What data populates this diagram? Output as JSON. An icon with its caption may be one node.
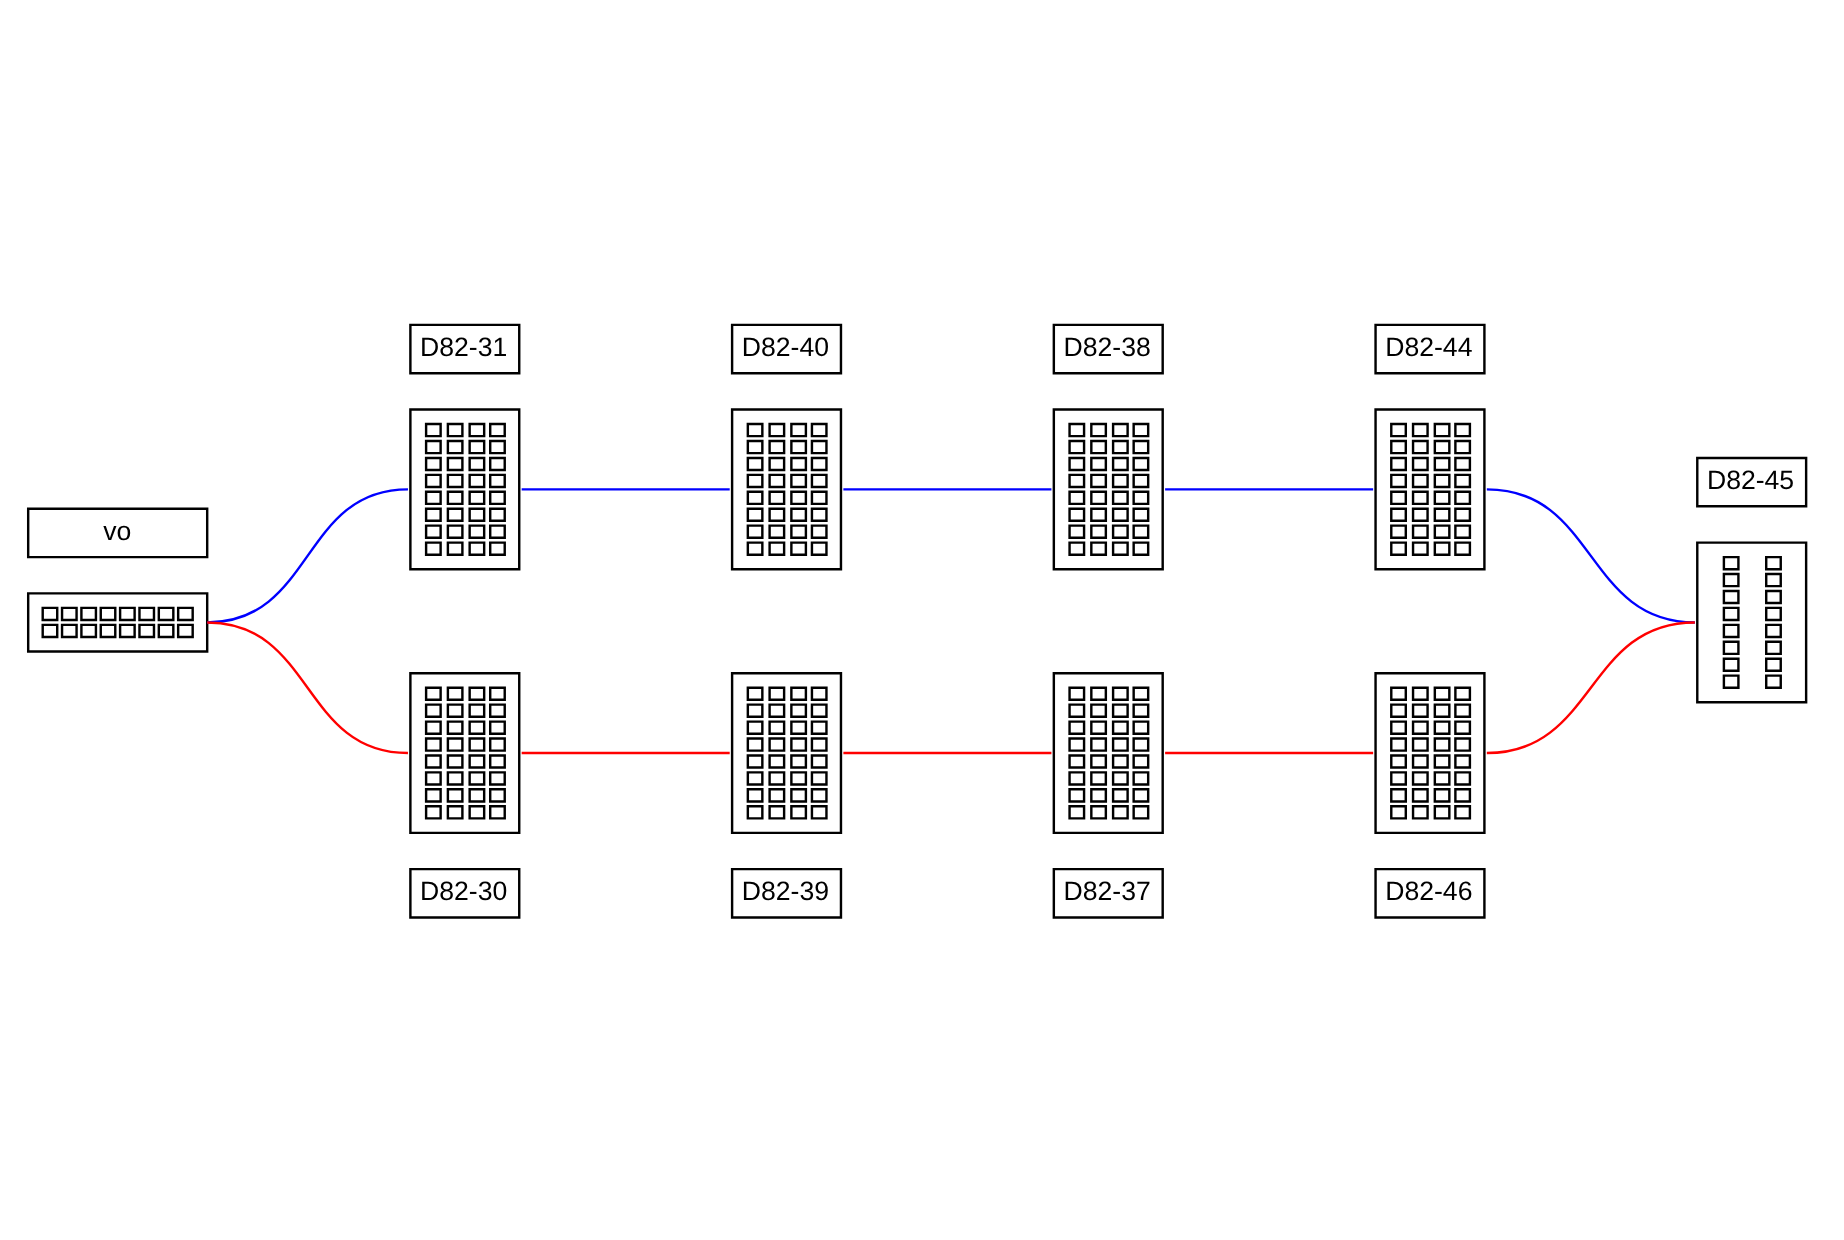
{
  "diagram": {
    "nodes": [
      {
        "text": [
          "vo"
        ]
      },
      {
        "text": [
          "D82-31"
        ]
      },
      {
        "text": [
          "D82-40"
        ]
      },
      {
        "text": [
          "D82-38"
        ]
      },
      {
        "text": [
          "D82-44"
        ]
      },
      {
        "text": [
          "D82-45"
        ]
      },
      {
        "text": [
          "D82-46"
        ]
      },
      {
        "text": [
          "D82-37"
        ]
      },
      {
        "text": [
          "D82-39"
        ]
      },
      {
        "text": [
          "D82-30"
        ]
      }
    ],
    "edges": [
      {
        "from": 0,
        "to": 1,
        "arrow": "none",
        "color": "#0000ff"
      },
      {
        "from": 1,
        "to": 2,
        "arrow": "none",
        "color": "#0000ff"
      },
      {
        "from": 2,
        "to": 3,
        "arrow": "none",
        "color": "#0000ff"
      },
      {
        "from": 3,
        "to": 4,
        "arrow": "none",
        "color": "#0000ff"
      },
      {
        "from": 4,
        "to": 5,
        "arrow": "none",
        "color": "#0000ff"
      },
      {
        "from": 0,
        "to": 9,
        "arrow": "none",
        "color": "#ff0000"
      },
      {
        "from": 9,
        "to": 8,
        "arrow": "none",
        "color": "#ff0000"
      },
      {
        "from": 8,
        "to": 7,
        "arrow": "none",
        "color": "#ff0000"
      },
      {
        "from": 7,
        "to": 6,
        "arrow": "none",
        "color": "#ff0000"
      },
      {
        "from": 6,
        "to": 5,
        "arrow": "none",
        "color": "#ff0000"
      }
    ]
  }
}
